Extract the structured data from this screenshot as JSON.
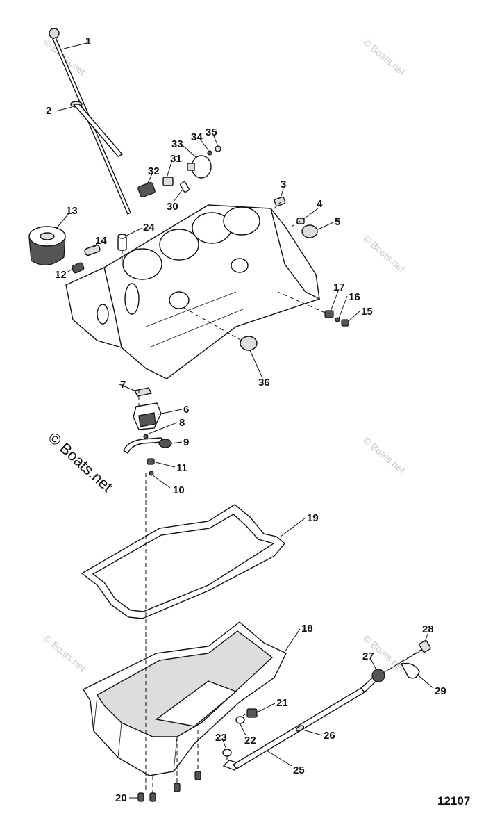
{
  "watermark": "© Boats.net",
  "figure_number": "12107",
  "callouts": [
    {
      "id": "1",
      "label": "1"
    },
    {
      "id": "2",
      "label": "2"
    },
    {
      "id": "3",
      "label": "3"
    },
    {
      "id": "4",
      "label": "4"
    },
    {
      "id": "5",
      "label": "5"
    },
    {
      "id": "6",
      "label": "6"
    },
    {
      "id": "7",
      "label": "7"
    },
    {
      "id": "8",
      "label": "8"
    },
    {
      "id": "9",
      "label": "9"
    },
    {
      "id": "10",
      "label": "10"
    },
    {
      "id": "11",
      "label": "11"
    },
    {
      "id": "12",
      "label": "12"
    },
    {
      "id": "13",
      "label": "13"
    },
    {
      "id": "14",
      "label": "14"
    },
    {
      "id": "15",
      "label": "15"
    },
    {
      "id": "16",
      "label": "16"
    },
    {
      "id": "17",
      "label": "17"
    },
    {
      "id": "18",
      "label": "18"
    },
    {
      "id": "19",
      "label": "19"
    },
    {
      "id": "20",
      "label": "20"
    },
    {
      "id": "21",
      "label": "21"
    },
    {
      "id": "22",
      "label": "22"
    },
    {
      "id": "23",
      "label": "23"
    },
    {
      "id": "24",
      "label": "24"
    },
    {
      "id": "25",
      "label": "25"
    },
    {
      "id": "26",
      "label": "26"
    },
    {
      "id": "27",
      "label": "27"
    },
    {
      "id": "28",
      "label": "28"
    },
    {
      "id": "29",
      "label": "29"
    },
    {
      "id": "30",
      "label": "30"
    },
    {
      "id": "31",
      "label": "31"
    },
    {
      "id": "32",
      "label": "32"
    },
    {
      "id": "33",
      "label": "33"
    },
    {
      "id": "34",
      "label": "34"
    },
    {
      "id": "35",
      "label": "35"
    },
    {
      "id": "36",
      "label": "36"
    }
  ]
}
